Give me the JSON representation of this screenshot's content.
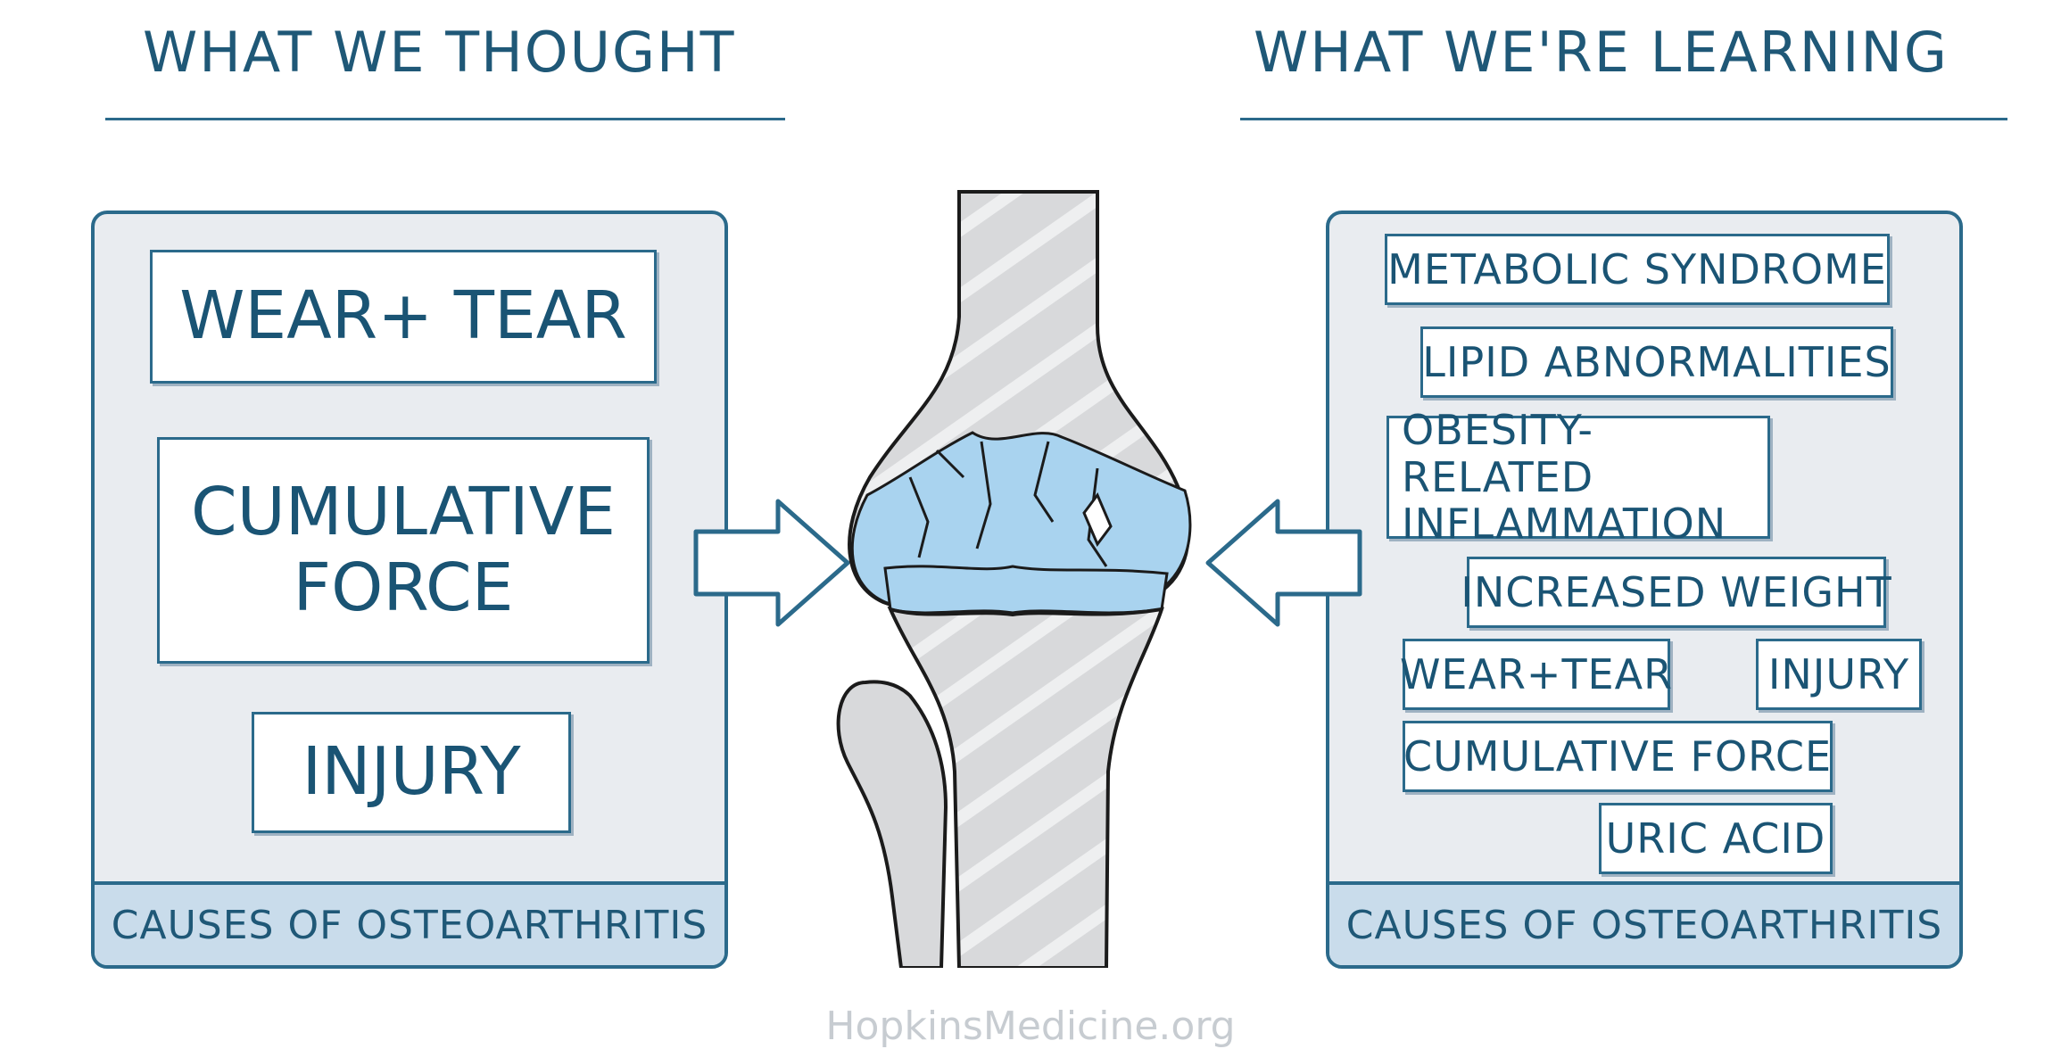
{
  "left": {
    "heading": "WHAT WE THOUGHT",
    "items": [
      "WEAR+ TEAR",
      "CUMULATIVE FORCE",
      "INJURY"
    ],
    "footer": "CAUSES OF OSTEOARTHRITIS"
  },
  "right": {
    "heading": "WHAT WE'RE LEARNING",
    "items": [
      "METABOLIC SYNDROME",
      "LIPID ABNORMALITIES",
      "OBESITY-RELATED INFLAMMATION",
      "INCREASED WEIGHT",
      "WEAR+TEAR",
      "INJURY",
      "CUMULATIVE FORCE",
      "URIC ACID"
    ],
    "footer": "CAUSES OF OSTEOARTHRITIS"
  },
  "credit": "HopkinsMedicine.org",
  "colors": {
    "outline": "#2b6a8b",
    "panel_fill": "#e9ecf0",
    "footer_fill": "#c9dceb",
    "cartilage": "#a9d3ef",
    "bone": "#d9d9d9"
  }
}
